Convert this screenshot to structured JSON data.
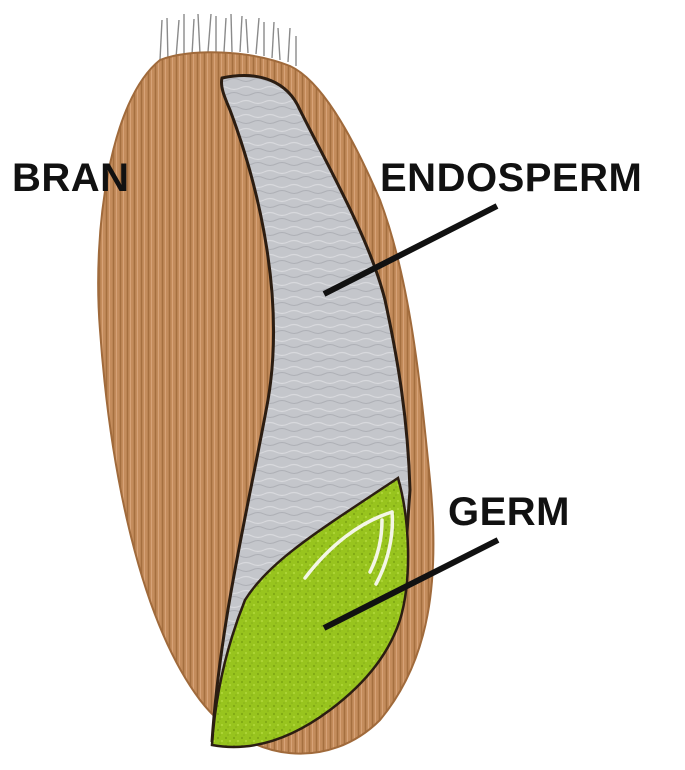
{
  "labels": {
    "bran": "BRAN",
    "endosperm": "ENDOSPERM",
    "germ": "GERM"
  },
  "colors": {
    "bran": "#c48c5c",
    "bran_stripe": "#a56f3f",
    "endosperm": "#c4c6cb",
    "germ": "#98c41e",
    "outline": "#2b1d12",
    "leader_line": "#111111",
    "hairs": "#8a8a8a"
  }
}
